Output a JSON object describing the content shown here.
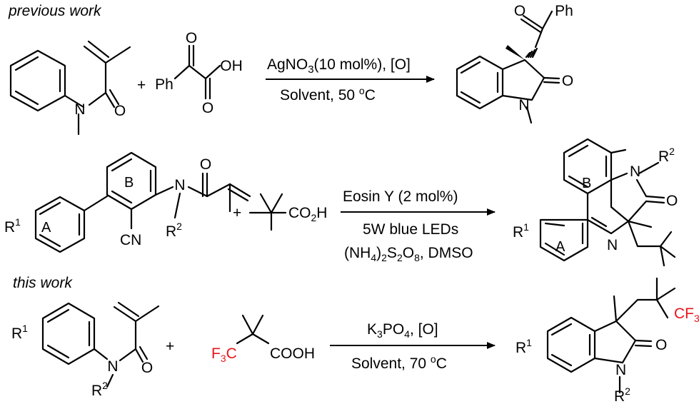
{
  "sections": {
    "previous": "previous work",
    "this": "this work"
  },
  "plus": "+",
  "row1": {
    "reagent_left_O": "O",
    "reagent_left_N": "N",
    "reagent2_O_top": "O",
    "reagent2_Ph": "Ph",
    "reagent2_OH": "OH",
    "reagent2_O_bottom": "O",
    "cond1_main": "AgNO",
    "cond1_sub": "3",
    "cond1_rest": "(10 mol%), [O]",
    "cond2_main": "Solvent, 50 ",
    "cond2_sup": "o",
    "cond2_rest": "C",
    "product_O_ketone": "O",
    "product_Ph": "Ph",
    "product_O_lactam": "O",
    "product_N": "N"
  },
  "row2": {
    "ring_A": "A",
    "ring_B": "B",
    "R1": "R",
    "R1_sup": "1",
    "CN": "CN",
    "N": "N",
    "R2": "R",
    "R2_sup": "2",
    "O": "O",
    "acid_CO2H_main": "CO",
    "acid_CO2H_sub": "2",
    "acid_CO2H_end": "H",
    "cond1": "Eosin Y (2 mol%)",
    "cond2": "5W blue LEDs",
    "cond3_p1": "(NH",
    "cond3_s1": "4",
    "cond3_p2": ")",
    "cond3_s2": "2",
    "cond3_p3": "S",
    "cond3_s3": "2",
    "cond3_p4": "O",
    "cond3_s4": "8",
    "cond3_p5": ", DMSO",
    "product_R2": "R",
    "product_R2_sup": "2",
    "product_N_top": "N",
    "product_O": "O",
    "product_B": "B",
    "product_R1": "R",
    "product_R1_sup": "1",
    "product_A": "A",
    "product_N_bottom": "N"
  },
  "row3": {
    "R1": "R",
    "R1_sup": "1",
    "O": "O",
    "N": "N",
    "R2": "R",
    "R2_sup": "2",
    "F3C_main": "F",
    "F3C_sub": "3",
    "F3C_end": "C",
    "COOH": "COOH",
    "cond1_main": "K",
    "cond1_sub1": "3",
    "cond1_mid": "PO",
    "cond1_sub2": "4",
    "cond1_rest": ",  [O]",
    "cond2_main": "Solvent, 70 ",
    "cond2_sup": "o",
    "cond2_rest": "C",
    "product_CF3_main": "CF",
    "product_CF3_sub": "3",
    "product_R1": "R",
    "product_R1_sup": "1",
    "product_O": "O",
    "product_N": "N",
    "product_R2": "R",
    "product_R2_sup": "2"
  },
  "colors": {
    "ink": "#000000",
    "cf3_red": "#e8141a"
  }
}
